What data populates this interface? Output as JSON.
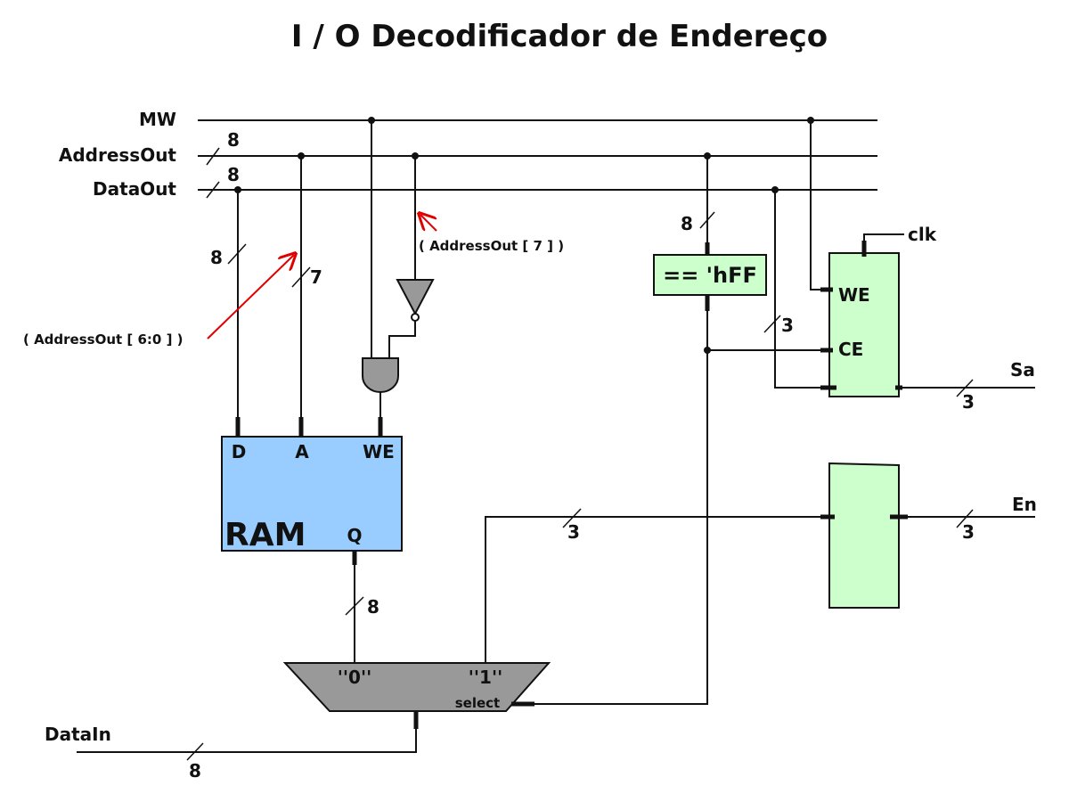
{
  "title": "I / O Decodificador de Endereço",
  "signals": {
    "mw": "MW",
    "address_out": "AddressOut",
    "data_out": "DataOut",
    "data_in": "DataIn",
    "clk": "clk",
    "sa": "Sa",
    "en": "En"
  },
  "bus_widths": {
    "address_out": "8",
    "data_out": "8",
    "ram_d": "8",
    "ram_a": "7",
    "comparator_in": "8",
    "ram_q": "8",
    "mux_in_1": "3",
    "reg_in": "3",
    "sa_out": "3",
    "en_out": "3",
    "data_in": "8"
  },
  "annotations": {
    "addr_low": "( AddressOut [ 6:0 ] )",
    "addr_high": "( AddressOut [ 7 ] )"
  },
  "ram": {
    "label": "RAM",
    "port_d": "D",
    "port_a": "A",
    "port_we": "WE",
    "port_q": "Q",
    "color": "#99ccff"
  },
  "comparator": {
    "label": "== 'hFF",
    "color": "#ccffcc"
  },
  "register_top": {
    "port_we": "WE",
    "port_ce": "CE",
    "color": "#ccffcc"
  },
  "register_bottom": {
    "color": "#ccffcc"
  },
  "mux": {
    "input_0": "''0''",
    "input_1": "''1''",
    "select": "select",
    "color": "#999999"
  },
  "colors": {
    "gate": "#999999",
    "annotation_arrow": "#e00000"
  }
}
